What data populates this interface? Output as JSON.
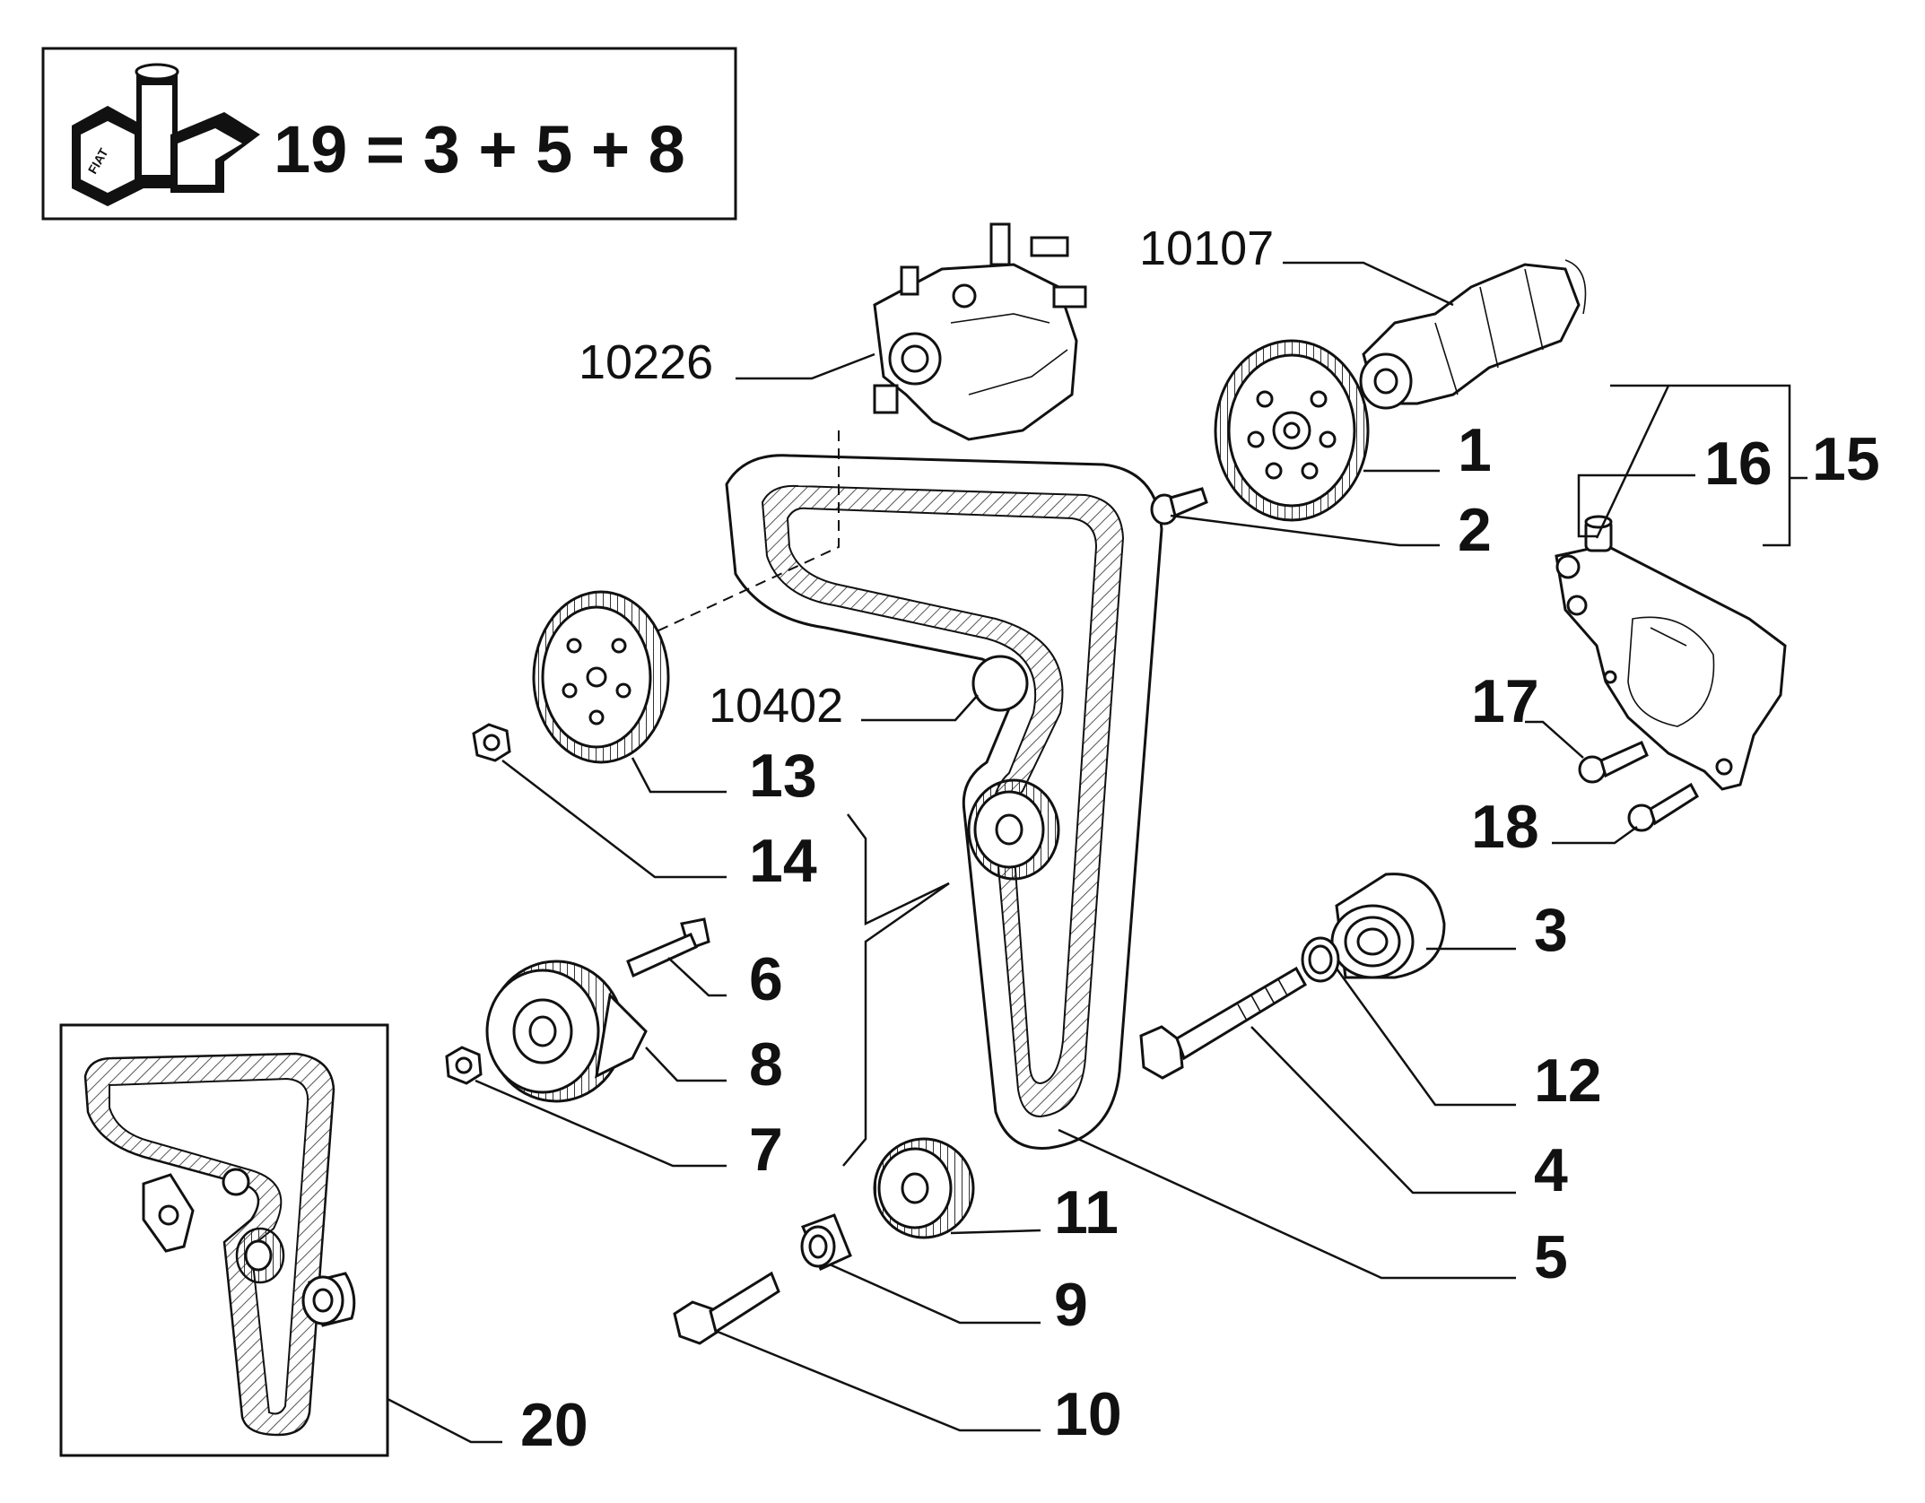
{
  "kit_formula": "19 = 3 + 5 + 8",
  "kit_icon": "fiat-kit-boxes-icon",
  "labels": {
    "p1": "1",
    "p2": "2",
    "p3": "3",
    "p4": "4",
    "p5": "5",
    "p6": "6",
    "p7": "7",
    "p8": "8",
    "p9": "9",
    "p10": "10",
    "p11": "11",
    "p12": "12",
    "p13": "13",
    "p14": "14",
    "p15": "15",
    "p16": "16",
    "p17": "17",
    "p18": "18",
    "p20": "20",
    "p10107": "10107",
    "p10226": "10226",
    "p10402": "10402"
  },
  "logo_text": "FIAT",
  "colors": {
    "ink": "#111111",
    "paper": "#ffffff",
    "belt_hatch": "#666666"
  }
}
